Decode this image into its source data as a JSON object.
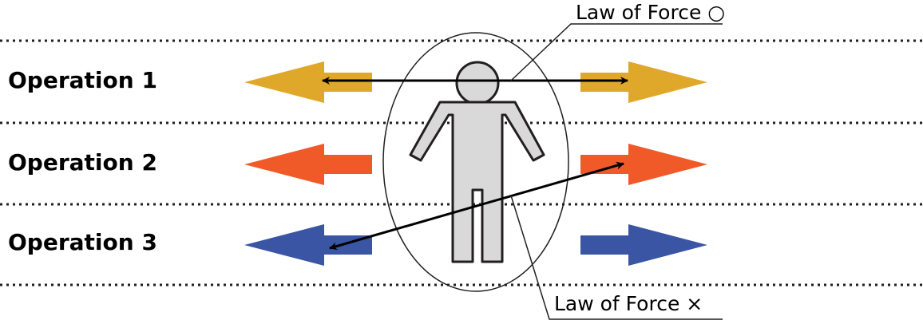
{
  "rows": [
    {
      "label": "Operation 1",
      "color": "#E0A82A"
    },
    {
      "label": "Operation 2",
      "color": "#F05A28"
    },
    {
      "label": "Operation 3",
      "color": "#3A55A4"
    }
  ],
  "callouts": {
    "positive": "Law of Force ○",
    "negative": "Law of Force ×"
  },
  "colors": {
    "figure_fill": "#D9D9D9",
    "figure_stroke": "#231F20",
    "divider": "#231F20"
  }
}
